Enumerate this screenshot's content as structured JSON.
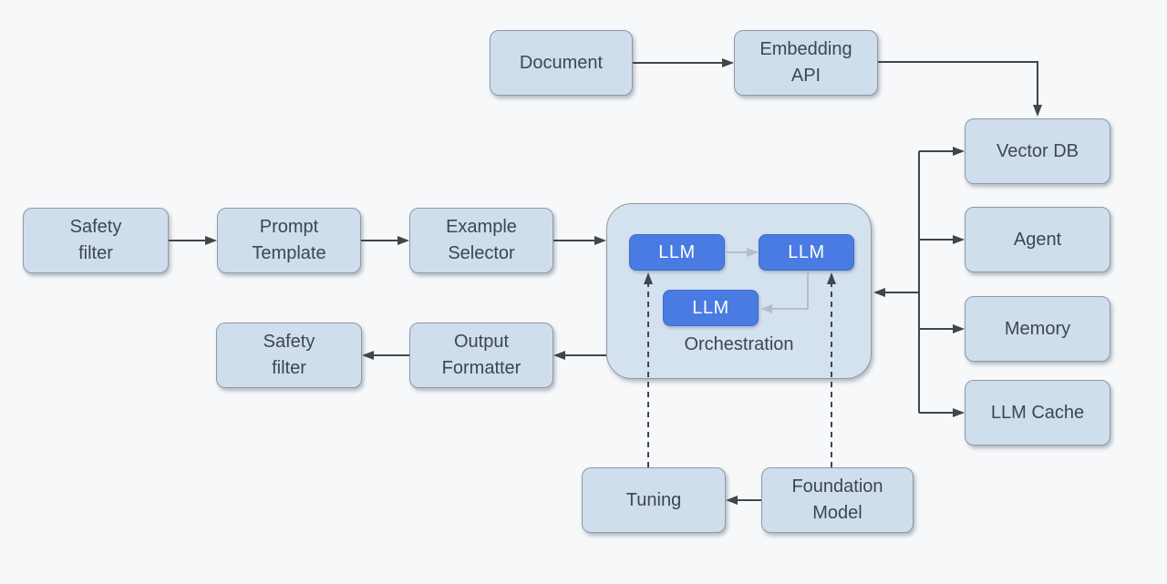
{
  "diagram": {
    "colors": {
      "background": "#f7f8fa",
      "node_fill": "#cfdeec",
      "node_border": "#8e99a6",
      "node_text": "#3f4650",
      "container_fill": "#d4e1ef",
      "llm_fill": "#4a7be2",
      "llm_text": "#ffffff",
      "arrow_dark": "#3f464c",
      "arrow_light": "#b7bdc5"
    },
    "nodes": {
      "document": {
        "label": "Document"
      },
      "embedding_api": {
        "label": "Embedding\nAPI"
      },
      "vector_db": {
        "label": "Vector DB"
      },
      "agent": {
        "label": "Agent"
      },
      "memory": {
        "label": "Memory"
      },
      "llm_cache": {
        "label": "LLM Cache"
      },
      "safety_filter_input": {
        "label": "Safety\nfilter"
      },
      "prompt_template": {
        "label": "Prompt\nTemplate"
      },
      "example_selector": {
        "label": "Example\nSelector"
      },
      "orchestration": {
        "label": "Orchestration"
      },
      "llm_1": {
        "label": "LLM"
      },
      "llm_2": {
        "label": "LLM"
      },
      "llm_3": {
        "label": "LLM"
      },
      "safety_filter_output": {
        "label": "Safety\nfilter"
      },
      "output_formatter": {
        "label": "Output\nFormatter"
      },
      "tuning": {
        "label": "Tuning"
      },
      "foundation_model": {
        "label": "Foundation\nModel"
      }
    },
    "edges": [
      {
        "from": "document",
        "to": "embedding_api",
        "style": "solid-dark"
      },
      {
        "from": "embedding_api",
        "to": "vector_db",
        "style": "solid-dark-elbow"
      },
      {
        "from": "safety_filter_input",
        "to": "prompt_template",
        "style": "solid-dark"
      },
      {
        "from": "prompt_template",
        "to": "example_selector",
        "style": "solid-dark"
      },
      {
        "from": "example_selector",
        "to": "orchestration",
        "style": "solid-dark"
      },
      {
        "from": "orchestration",
        "to": "output_formatter",
        "style": "solid-dark"
      },
      {
        "from": "output_formatter",
        "to": "safety_filter_output",
        "style": "solid-dark"
      },
      {
        "from": "foundation_model",
        "to": "tuning",
        "style": "solid-dark"
      },
      {
        "from": "orchestration_bus",
        "to": "vector_db",
        "style": "solid-dark"
      },
      {
        "from": "orchestration_bus",
        "to": "agent",
        "style": "solid-dark"
      },
      {
        "from": "orchestration_bus",
        "to": "memory",
        "style": "solid-dark"
      },
      {
        "from": "orchestration_bus",
        "to": "llm_cache",
        "style": "solid-dark"
      },
      {
        "from": "orchestration_bus",
        "to": "orchestration",
        "style": "solid-dark"
      },
      {
        "from": "tuning",
        "to": "llm_1",
        "style": "dashed-dark"
      },
      {
        "from": "foundation_model",
        "to": "llm_2",
        "style": "dashed-dark"
      },
      {
        "from": "llm_1",
        "to": "llm_2",
        "style": "solid-light"
      },
      {
        "from": "llm_2",
        "to": "llm_3",
        "style": "solid-light-elbow"
      }
    ]
  }
}
